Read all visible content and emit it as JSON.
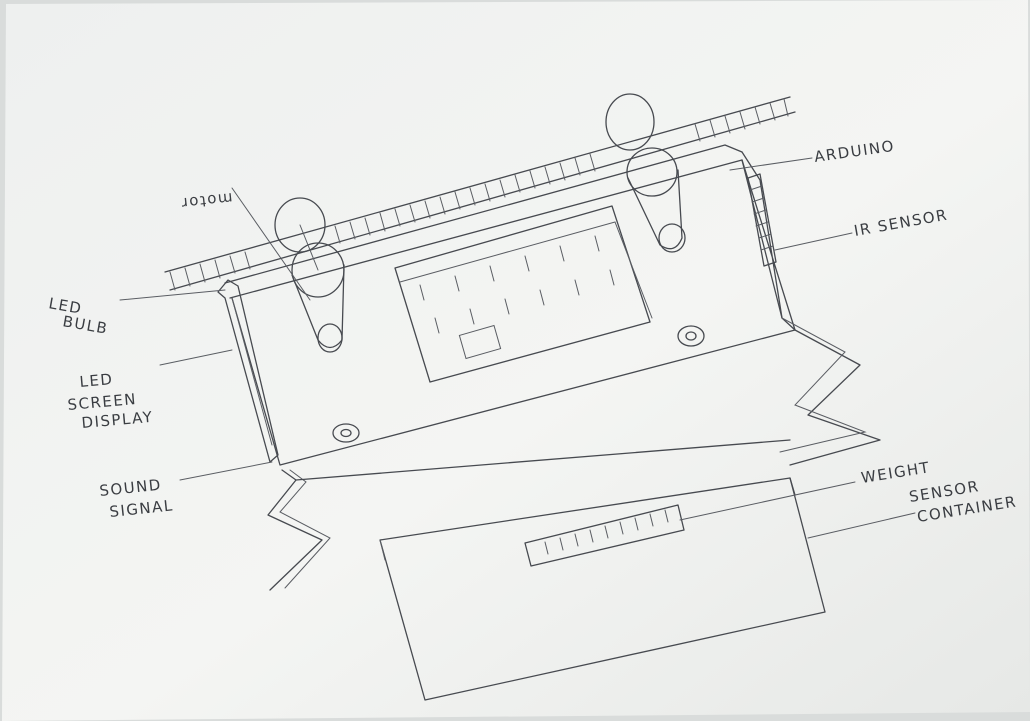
{
  "labels": {
    "motor": "motor",
    "arduino": "ARDUINO",
    "ir_sensor": "IR SENSOR",
    "led_bulb_1": "LED",
    "led_bulb_2": "BULB",
    "led_screen_1": "LED",
    "led_screen_2": "SCREEN",
    "led_screen_3": "DISPLAY",
    "sound_1": "SOUND",
    "sound_2": "SIGNAL",
    "weight_1": "WEIGHT",
    "weight_2": "SENSOR",
    "container": "CONTAINER"
  },
  "colors": {
    "paper": "#f3f4f2",
    "ink": "#474a50",
    "shadow": "#c9ccca"
  }
}
